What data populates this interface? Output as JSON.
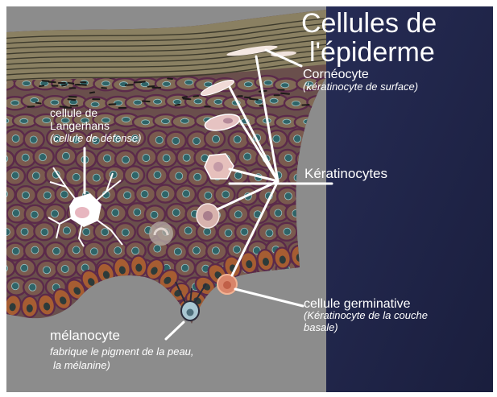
{
  "title": {
    "line1": "Cellules de",
    "line2": "l'épiderme"
  },
  "labels": {
    "corneocyte": {
      "name": "Cornéocyte",
      "desc": "(kératinocyte de surface)"
    },
    "langerhans": {
      "name_line1": "cellule de",
      "name_line2": "Langerhans",
      "desc": "(cellule de défense)"
    },
    "keratinocytes": {
      "name": "Kératinocytes"
    },
    "germinative": {
      "name": "cellule germinative",
      "desc_line1": "(Kératinocyte de la couche",
      "desc_line2": "basale)"
    },
    "melanocyte": {
      "name": "mélanocyte",
      "desc_line1": "fabrique le pigment de la peau,",
      "desc_line2": "la mélanine)"
    }
  },
  "colors": {
    "panel_grey": "#8c8c8c",
    "panel_navy": "#1f2446",
    "label_text": "#ffffff"
  }
}
